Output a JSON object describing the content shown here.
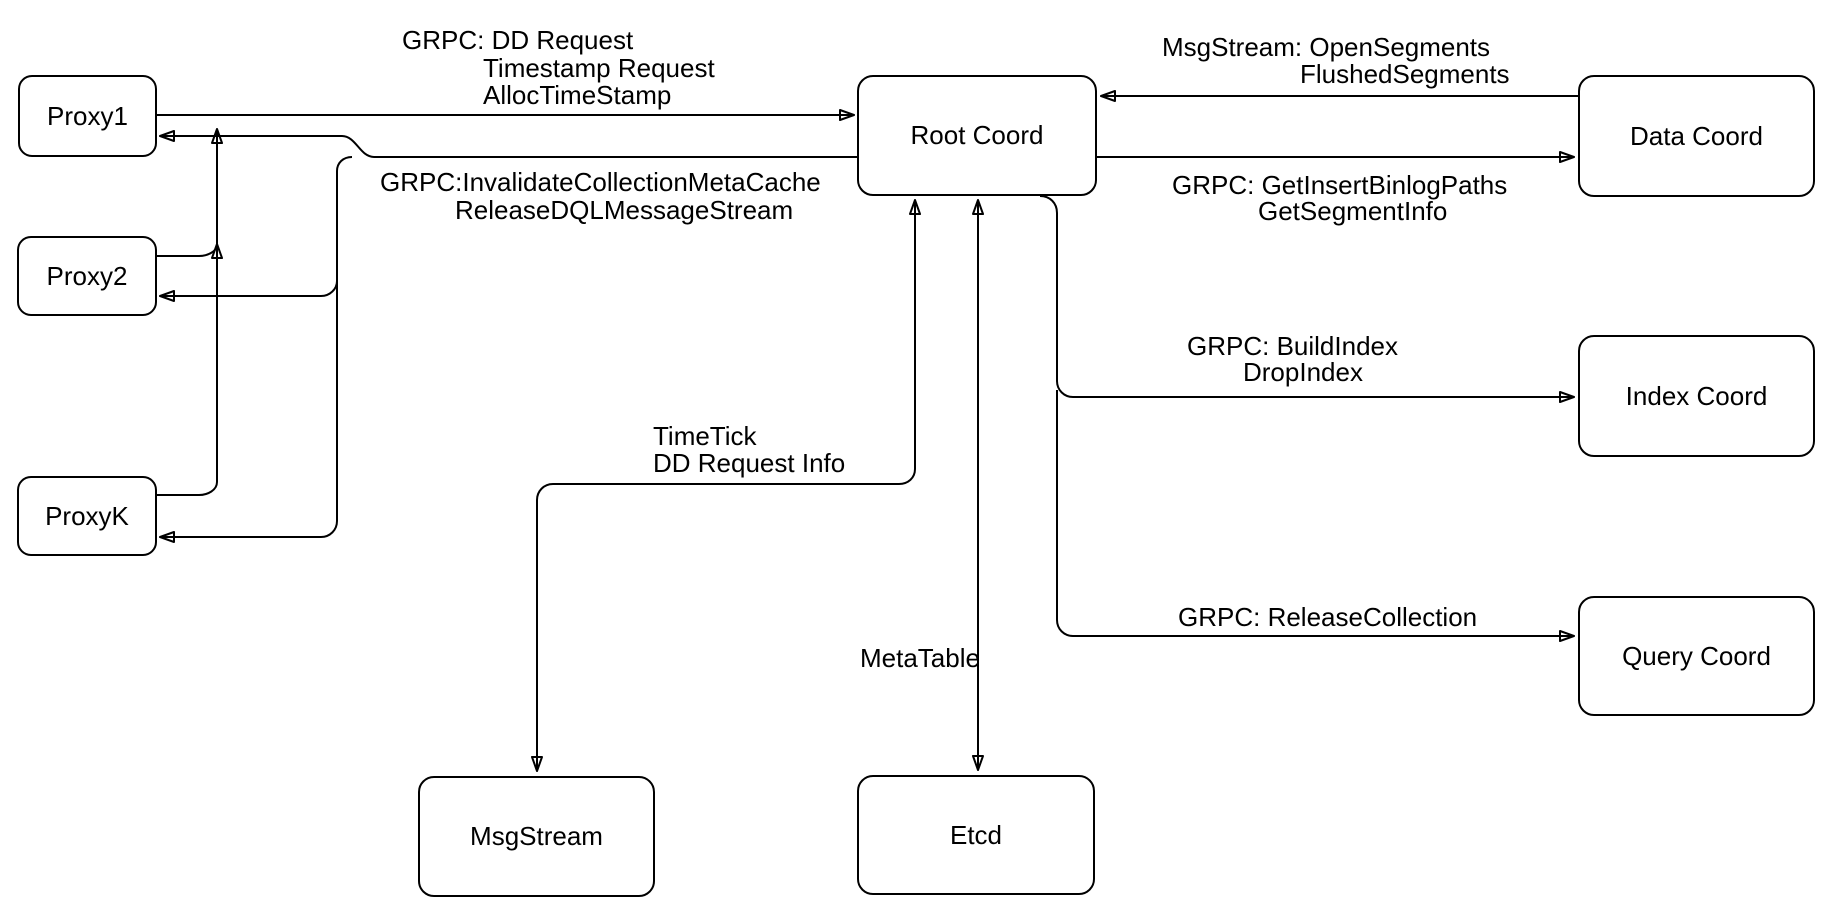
{
  "diagram": {
    "description": "Root Coord architecture diagram",
    "colors": {
      "stroke": "#000000",
      "background": "#ffffff",
      "text": "#000000"
    }
  },
  "nodes": {
    "proxy1": {
      "label": "Proxy1"
    },
    "proxy2": {
      "label": "Proxy2"
    },
    "proxyk": {
      "label": "ProxyK"
    },
    "rootcoord": {
      "label": "Root Coord"
    },
    "datacoord": {
      "label": "Data Coord"
    },
    "indexcoord": {
      "label": "Index Coord"
    },
    "querycoord": {
      "label": "Query Coord"
    },
    "msgstream": {
      "label": "MsgStream"
    },
    "etcd": {
      "label": "Etcd"
    }
  },
  "edge_labels": {
    "proxy_to_root": {
      "lines": [
        "GRPC: DD Request",
        "Timestamp Request",
        "AllocTimeStamp"
      ]
    },
    "root_to_proxies": {
      "lines": [
        "GRPC:InvalidateCollectionMetaCache",
        "ReleaseDQLMessageStream"
      ]
    },
    "data_to_root": {
      "lines": [
        "MsgStream: OpenSegments",
        "FlushedSegments"
      ]
    },
    "root_to_data": {
      "lines": [
        "GRPC: GetInsertBinlogPaths",
        "GetSegmentInfo"
      ]
    },
    "root_to_index": {
      "lines": [
        "GRPC: BuildIndex",
        "DropIndex"
      ]
    },
    "root_to_query": {
      "lines": [
        "GRPC: ReleaseCollection"
      ]
    },
    "root_to_msgstream": {
      "lines": [
        "TimeTick",
        "DD Request Info"
      ]
    },
    "root_to_etcd": {
      "lines": [
        "MetaTable"
      ]
    }
  }
}
